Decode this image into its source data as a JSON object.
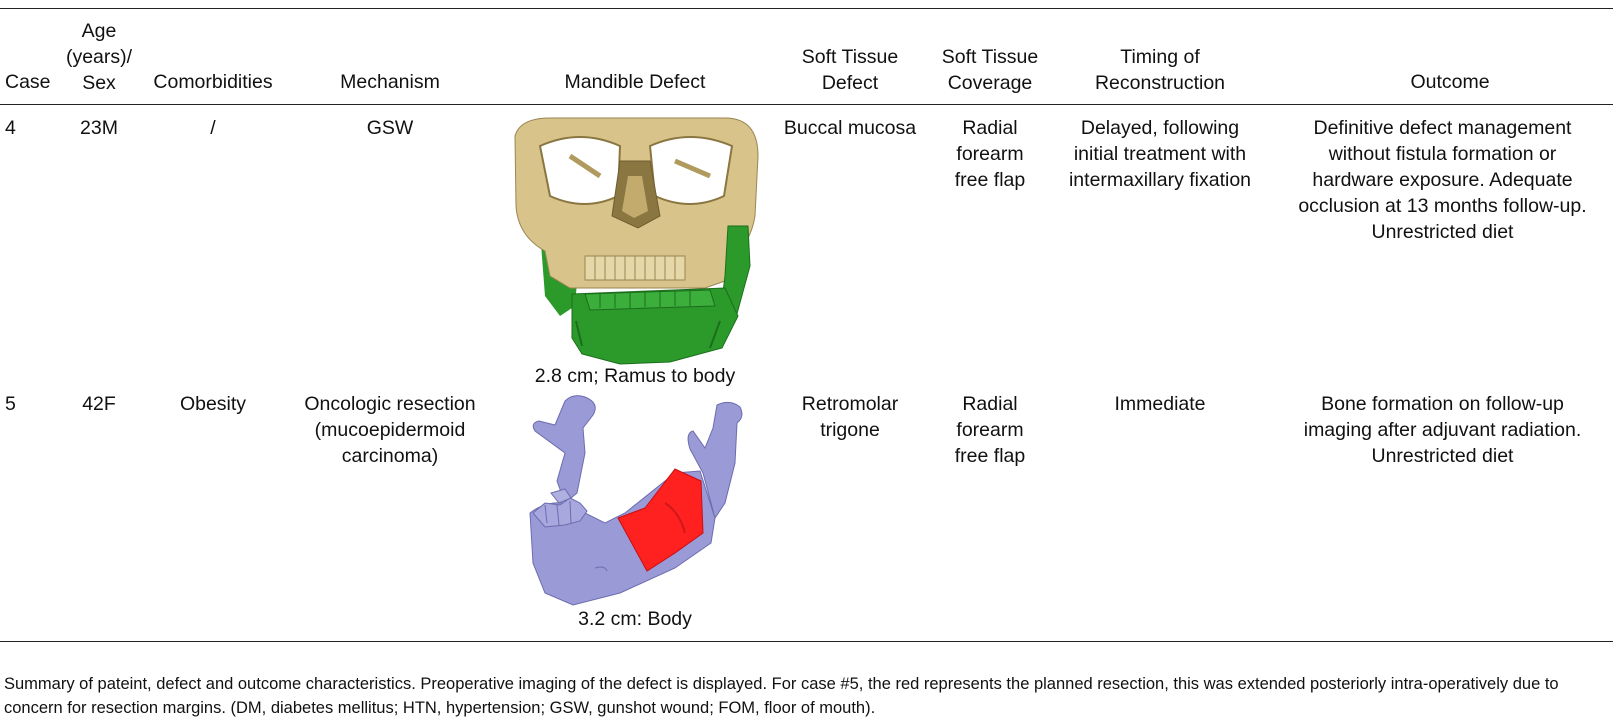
{
  "table": {
    "headers": {
      "case": "Case",
      "age_sex_line1": "Age",
      "age_sex_line2": "(years)/",
      "age_sex_line3": "Sex",
      "comorbidities": "Comorbidities",
      "mechanism": "Mechanism",
      "mandible_defect": "Mandible Defect",
      "soft_tissue_defect_line1": "Soft Tissue",
      "soft_tissue_defect_line2": "Defect",
      "soft_tissue_coverage_line1": "Soft Tissue",
      "soft_tissue_coverage_line2": "Coverage",
      "timing_line1": "Timing of",
      "timing_line2": "Reconstruction",
      "outcome": "Outcome"
    },
    "rows": [
      {
        "case": "4",
        "age_sex": "23M",
        "comorbidities": "/",
        "mechanism": [
          "GSW"
        ],
        "defect_label": "2.8 cm; Ramus to body",
        "soft_tissue_defect": [
          "Buccal mucosa"
        ],
        "soft_tissue_coverage": [
          "Radial",
          "forearm",
          "free flap"
        ],
        "timing": [
          "Delayed, following",
          "initial treatment with",
          "intermaxillary fixation"
        ],
        "outcome": [
          "Definitive defect management",
          "without fistula formation or",
          "hardware exposure. Adequate",
          "occlusion at 13 months follow-up.",
          "Unrestricted diet"
        ]
      },
      {
        "case": "5",
        "age_sex": "42F",
        "comorbidities": "Obesity",
        "mechanism": [
          "Oncologic resection",
          "(mucoepidermoid",
          "carcinoma)"
        ],
        "defect_label": "3.2 cm: Body",
        "soft_tissue_defect": [
          "Retromolar",
          "trigone"
        ],
        "soft_tissue_coverage": [
          "Radial",
          "forearm",
          "free flap"
        ],
        "timing": [
          "Immediate"
        ],
        "outcome": [
          "Bone formation on follow-up",
          "imaging after adjuvant radiation.",
          "Unrestricted diet"
        ]
      }
    ]
  },
  "caption": "Summary of pateint, defect and outcome characteristics. Preoperative imaging of the defect is displayed. For case #5, the red represents the planned resection, this was extended posteriorly intra-operatively due to concern for resection margins. (DM, diabetes mellitus; HTN, hypertension; GSW, gunshot wound; FOM, floor of mouth).",
  "colors": {
    "skull_bone": "#d8c38a",
    "skull_shadow": "#9a8652",
    "mandible_green": "#2b9a2b",
    "mandible_green_dark": "#1c6e1c",
    "mandible_lavender": "#9a9ad6",
    "mandible_lavender_dark": "#6c6cb0",
    "resection_red": "#ff2020"
  }
}
